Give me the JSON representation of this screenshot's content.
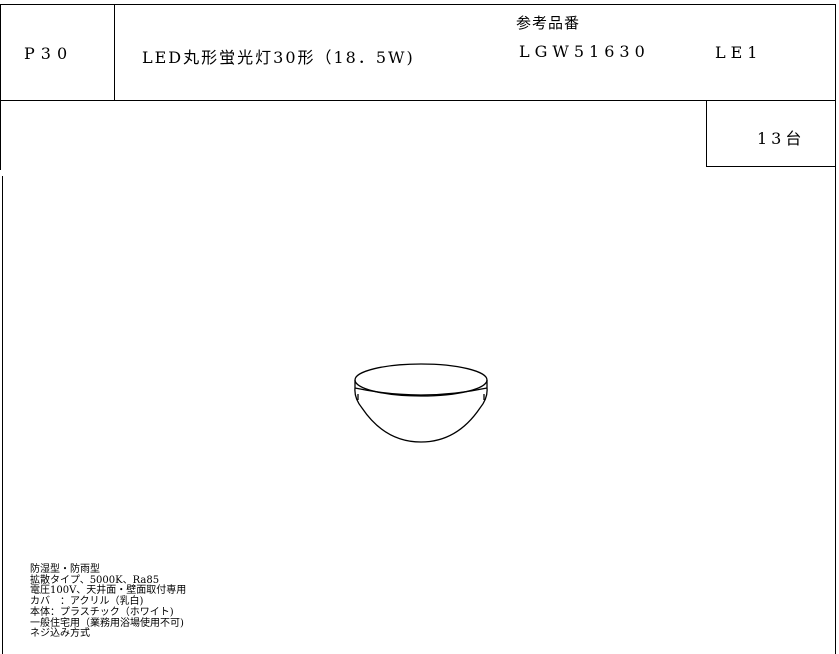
{
  "spec_sheet": {
    "code": "P30",
    "product_name": "LED丸形蛍光灯30形（18．5W)",
    "reference_label": "参考品番",
    "model_number": "LGW51630",
    "model_suffix": "LE1",
    "quantity": "13台",
    "specs": [
      "防湿型・防雨型",
      "拡散タイプ、5000K、Ra85",
      "電圧100V、天井面・壁面取付専用",
      "カバ　：アクリル（乳白)",
      "本体：プラスチック（ホワイト)",
      "一般住宅用（業務用浴場使用不可)",
      "ネジ込み方式"
    ],
    "illustration_icon": "ceiling-light-drawing-icon"
  }
}
